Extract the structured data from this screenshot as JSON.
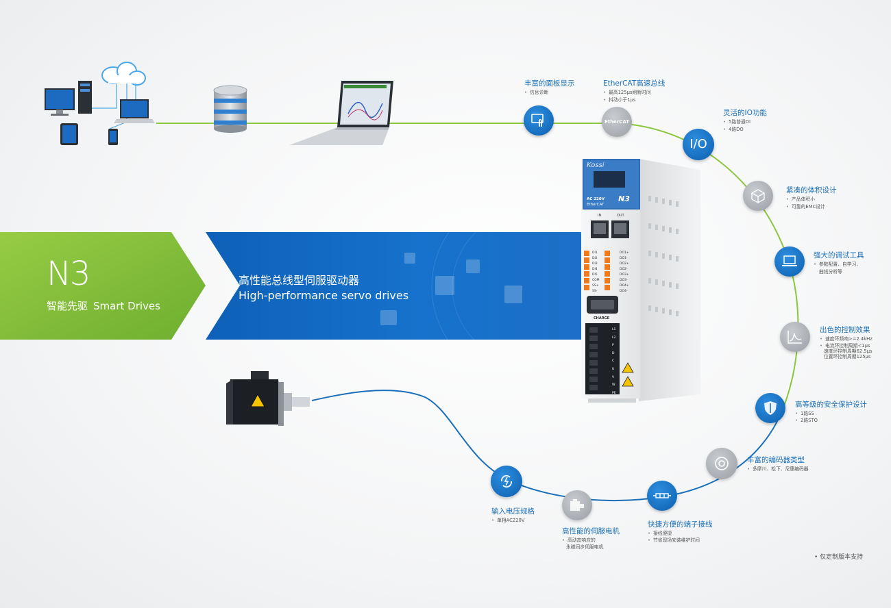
{
  "banner": {
    "logo": "N3",
    "tagline_cn": "智能先驱",
    "tagline_en": "Smart Drives",
    "title_cn": "高性能总线型伺服驱动器",
    "title_en": "High-performance servo drives"
  },
  "device": {
    "brand": "Kossi",
    "voltage": "AC 220V",
    "bus": "EtherCAT",
    "model": "N3",
    "port_in": "IN",
    "port_out": "OUT",
    "charge": "CHARGE",
    "io_labels": [
      "DI1",
      "DI2",
      "DI3",
      "DI4",
      "DI5",
      "COM",
      "SS+",
      "SS-"
    ],
    "do_labels": [
      "DO1+",
      "DO1-",
      "DO2+",
      "DO2-",
      "DO3+",
      "DO3-",
      "DO4+",
      "DO4-"
    ],
    "power_labels": [
      "L1",
      "L2",
      "P",
      "D",
      "C",
      "U",
      "V",
      "W",
      "PE"
    ]
  },
  "features": [
    {
      "title": "丰富的面板显示",
      "items": [
        "信息诊断"
      ],
      "icon": "touch-panel-icon"
    },
    {
      "title": "EtherCAT高速总线",
      "items": [
        "最高125μs刷新时间",
        "抖动小于1μs"
      ],
      "icon": "ethercat-icon",
      "icon_text": "EtherCAT"
    },
    {
      "title": "灵活的IO功能",
      "items": [
        "5路普通DI",
        "4路DO"
      ],
      "icon": "io-icon",
      "icon_text": "I/O"
    },
    {
      "title": "紧凑的体积设计",
      "items": [
        "产品体积小",
        "可靠的EMC设计"
      ],
      "icon": "cube-icon"
    },
    {
      "title": "强大的调试工具",
      "items": [
        "参数配置、自学习、",
        "曲线分析等"
      ],
      "icon": "laptop-icon"
    },
    {
      "title": "出色的控制效果",
      "items": [
        "速度环频响>=2.4kHz",
        "电流环控制周期<1μs",
        "速度环控制周期62.5μs",
        "位置环控制周期125μs"
      ],
      "icon": "curve-icon"
    },
    {
      "title": "高等级的安全保护设计",
      "items": [
        "1路SS",
        "2路STO"
      ],
      "icon": "shield-icon"
    },
    {
      "title": "丰富的编码器类型",
      "items": [
        "多摩川、松下、尼康编码器"
      ],
      "icon": "encoder-icon"
    },
    {
      "title": "快捷方便的端子接线",
      "items": [
        "接线便捷",
        "节省现场安装维护时间"
      ],
      "icon": "terminal-icon"
    },
    {
      "title": "高性能的伺服电机",
      "items": [
        "高动态响应的",
        "永磁同步伺服电机"
      ],
      "icon": "motor-icon"
    },
    {
      "title": "输入电压规格",
      "items": [
        "单相AC220V"
      ],
      "icon": "power-cycle-icon"
    }
  ],
  "note": "仅定制版本支持",
  "colors": {
    "green": "#8cc63f",
    "blue": "#1466be",
    "dark_blue": "#0d5fae",
    "line_green": "#8cc63f",
    "line_blue": "#1a6fb8"
  }
}
